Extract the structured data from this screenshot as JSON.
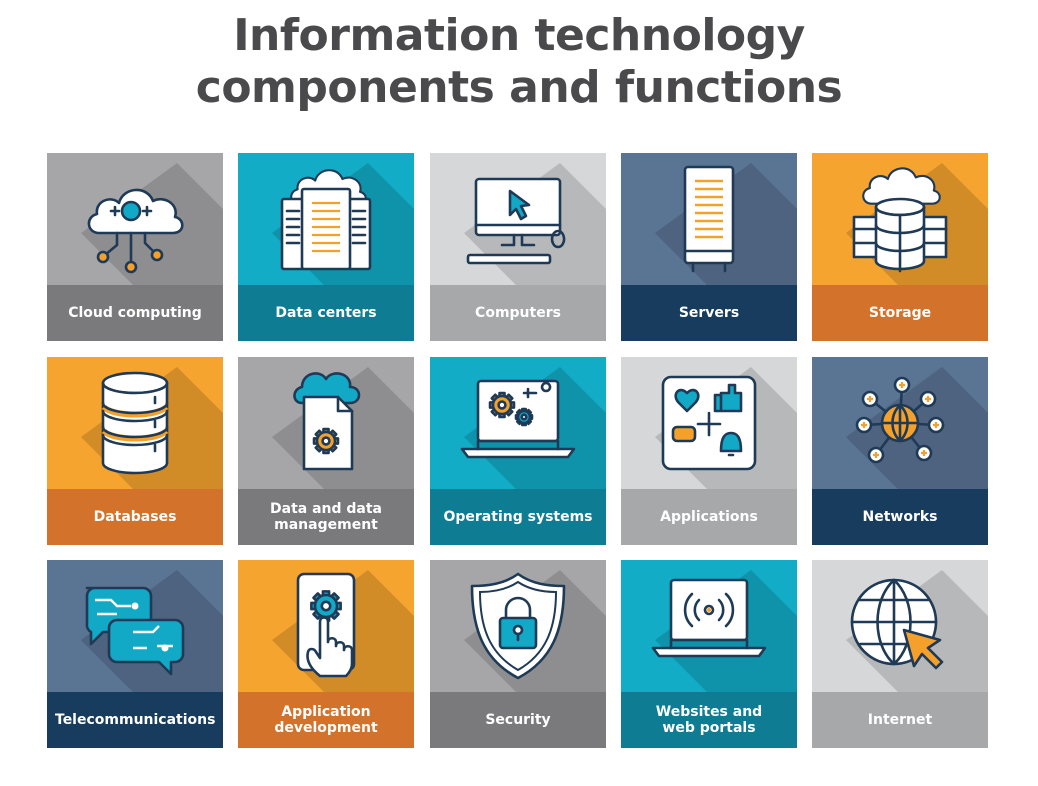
{
  "title": {
    "line1": "Information technology",
    "line2": "components and functions"
  },
  "colors": {
    "icon_stroke": "#1f3a56",
    "icon_fill": "#ffffff",
    "accent_orange": "#f5a02a",
    "accent_teal": "#11a9c6"
  },
  "tiles": [
    {
      "label": "Cloud computing",
      "icon": "cloud-network-icon",
      "top": "#a6a6a8",
      "bottom": "#7a7a7c"
    },
    {
      "label": "Data centers",
      "icon": "data-center-icon",
      "top": "#12acc7",
      "bottom": "#0e7d94"
    },
    {
      "label": "Computers",
      "icon": "desktop-computer-icon",
      "top": "#d6d7d9",
      "bottom": "#a7a8aa"
    },
    {
      "label": "Servers",
      "icon": "server-rack-icon",
      "top": "#5a7494",
      "bottom": "#173c5d"
    },
    {
      "label": "Storage",
      "icon": "cloud-storage-icon",
      "top": "#f4a42f",
      "bottom": "#d3732b"
    },
    {
      "label": "Databases",
      "icon": "database-icon",
      "top": "#f4a42f",
      "bottom": "#d3732b"
    },
    {
      "label": "Data and data\nmanagement",
      "icon": "cloud-document-gear-icon",
      "top": "#a6a6a8",
      "bottom": "#7a7a7c"
    },
    {
      "label": "Operating systems",
      "icon": "laptop-gears-icon",
      "top": "#12acc7",
      "bottom": "#0e7d94"
    },
    {
      "label": "Applications",
      "icon": "app-tablet-icon",
      "top": "#d6d7d9",
      "bottom": "#a7a8aa"
    },
    {
      "label": "Networks",
      "icon": "network-globe-icon",
      "top": "#5a7494",
      "bottom": "#173c5d"
    },
    {
      "label": "Telecommunications",
      "icon": "chat-bubbles-icon",
      "top": "#5a7494",
      "bottom": "#173c5d"
    },
    {
      "label": "Application\ndevelopment",
      "icon": "phone-touch-gear-icon",
      "top": "#f4a42f",
      "bottom": "#d3732b"
    },
    {
      "label": "Security",
      "icon": "shield-lock-icon",
      "top": "#a6a6a8",
      "bottom": "#7a7a7c"
    },
    {
      "label": "Websites and\nweb portals",
      "icon": "laptop-broadcast-icon",
      "top": "#12acc7",
      "bottom": "#0e7d94"
    },
    {
      "label": "Internet",
      "icon": "globe-cursor-icon",
      "top": "#d6d7d9",
      "bottom": "#a7a8aa"
    }
  ]
}
